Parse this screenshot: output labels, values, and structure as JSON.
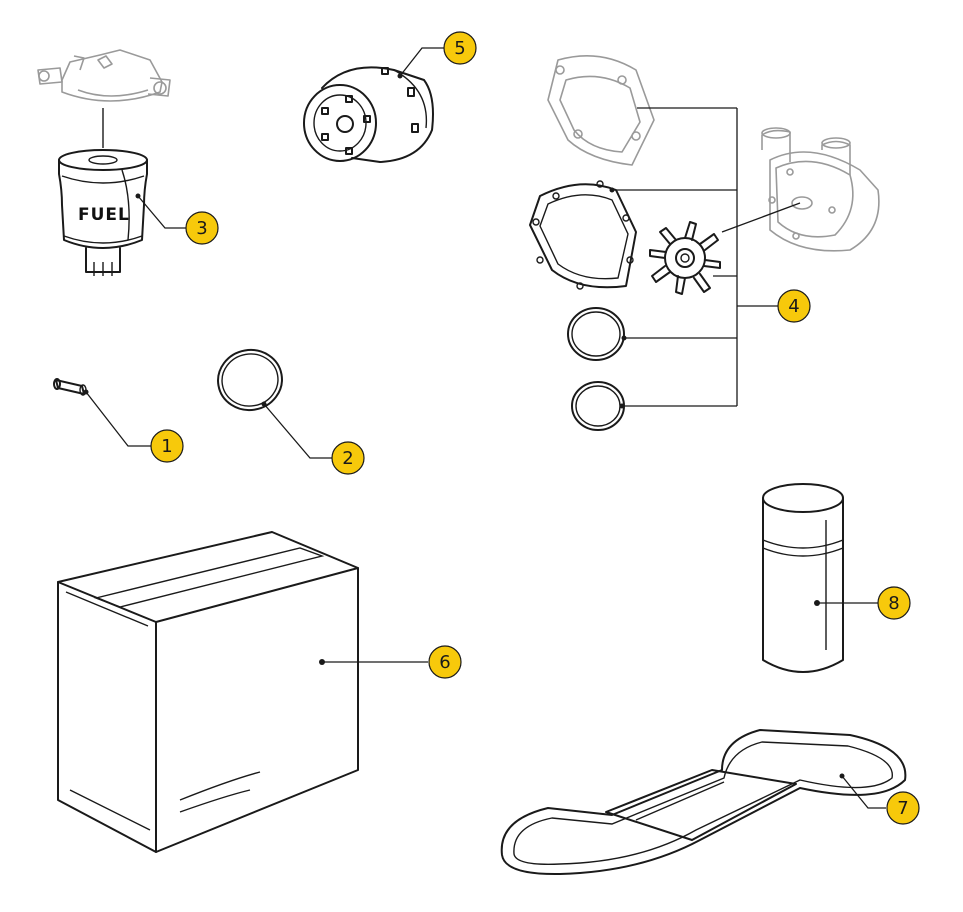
{
  "colors": {
    "callout_fill": "#f7c90b",
    "line": "#1a1a1a",
    "ghost_line": "#9a9a9a"
  },
  "fuel_filter": {
    "label": "FUEL"
  },
  "callouts": [
    {
      "id": "1",
      "label": "1",
      "part": "pin"
    },
    {
      "id": "2",
      "label": "2",
      "part": "o-ring"
    },
    {
      "id": "3",
      "label": "3",
      "part": "fuel-filter"
    },
    {
      "id": "4",
      "label": "4",
      "part": "impeller-kit"
    },
    {
      "id": "5",
      "label": "5",
      "part": "oil-filter"
    },
    {
      "id": "6",
      "label": "6",
      "part": "box"
    },
    {
      "id": "7",
      "label": "7",
      "part": "drive-belt"
    },
    {
      "id": "8",
      "label": "8",
      "part": "cylinder-filter"
    }
  ]
}
